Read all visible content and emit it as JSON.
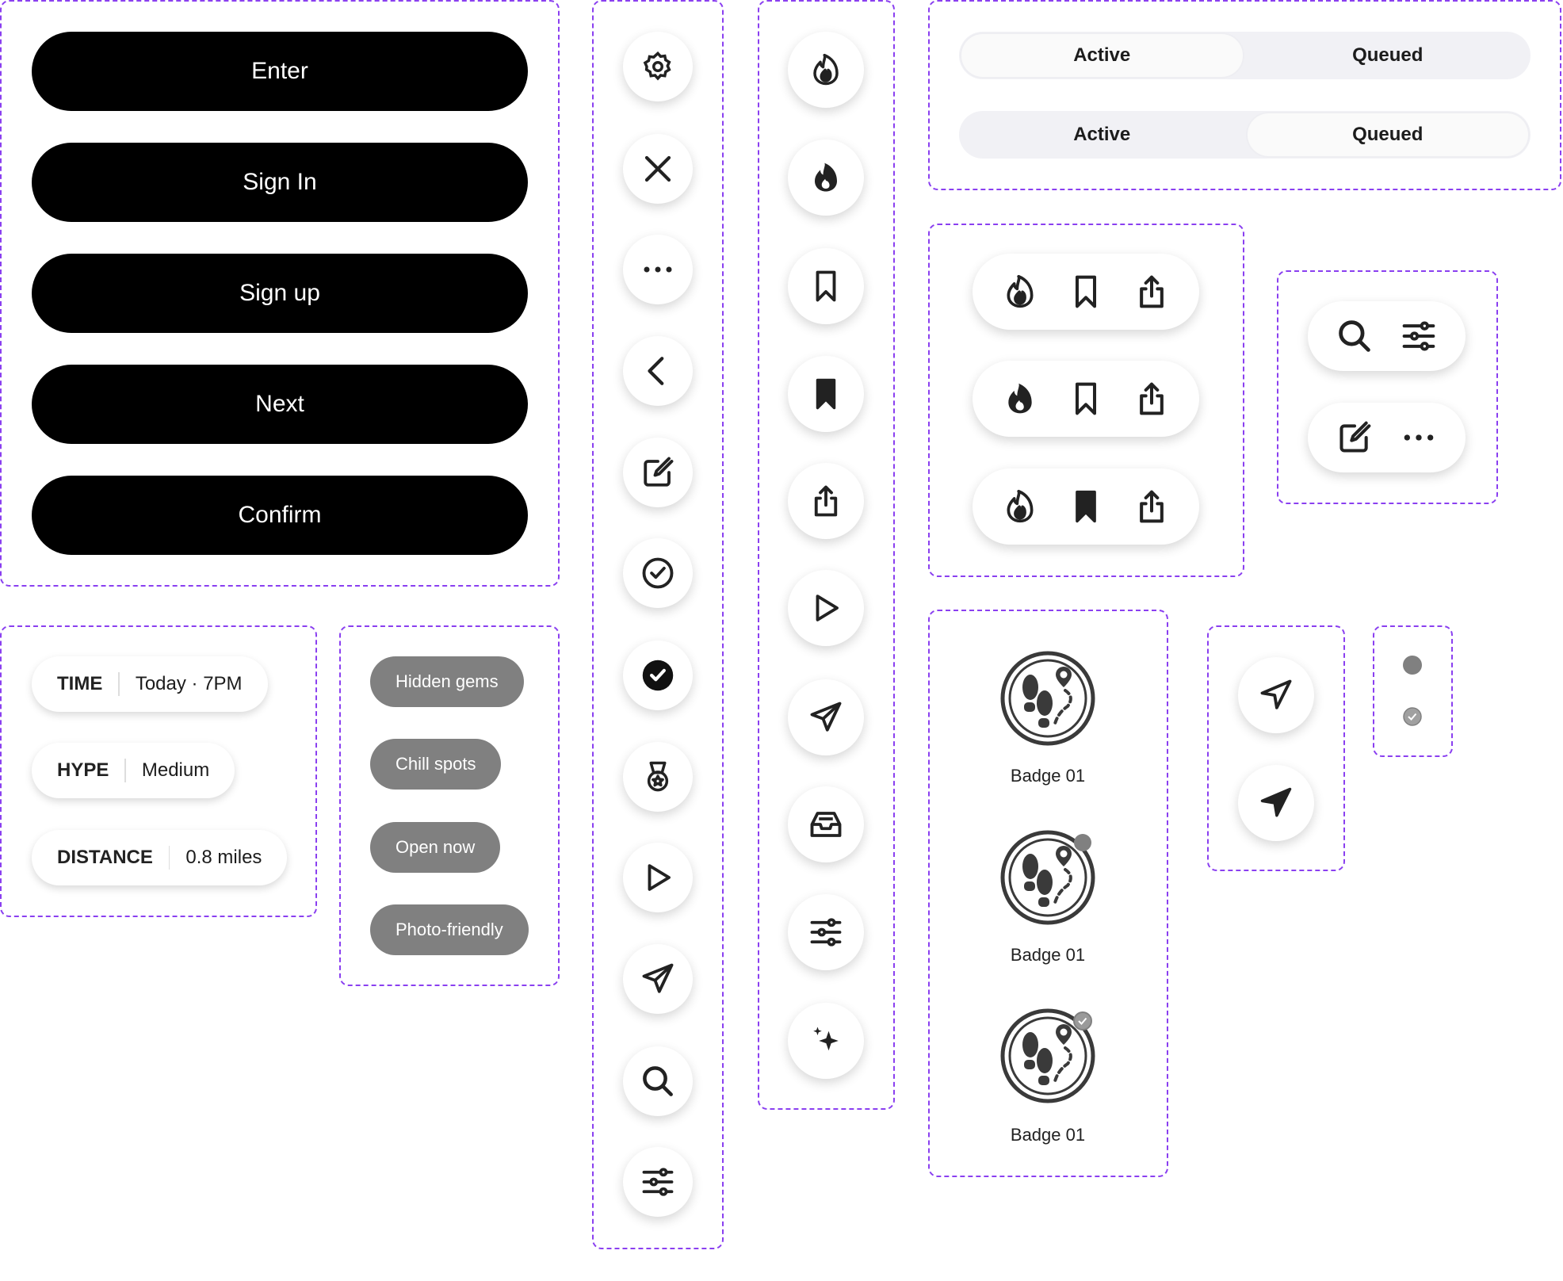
{
  "buttons": [
    "Enter",
    "Sign In",
    "Sign up",
    "Next",
    "Confirm"
  ],
  "info_chips": [
    {
      "key": "TIME",
      "value": "Today · 7PM"
    },
    {
      "key": "HYPE",
      "value": "Medium"
    },
    {
      "key": "DISTANCE",
      "value": "0.8 miles"
    }
  ],
  "tags": [
    "Hidden gems",
    "Chill spots",
    "Open now",
    "Photo-friendly"
  ],
  "icon_column_1": [
    "gear",
    "close",
    "more",
    "back",
    "edit",
    "check-circle",
    "check-circle-filled",
    "medal",
    "play",
    "send",
    "search",
    "sliders"
  ],
  "icon_column_2": [
    "flame",
    "flame-filled",
    "bookmark",
    "bookmark-filled",
    "share",
    "play",
    "send",
    "inbox",
    "sliders",
    "sparkle"
  ],
  "segmented": [
    {
      "options": [
        "Active",
        "Queued"
      ],
      "selected": "Active"
    },
    {
      "options": [
        "Active",
        "Queued"
      ],
      "selected": "Queued"
    }
  ],
  "badges": [
    {
      "label": "Badge 01",
      "indicator": "none"
    },
    {
      "label": "Badge 01",
      "indicator": "dot"
    },
    {
      "label": "Badge 01",
      "indicator": "check"
    }
  ],
  "colors": {
    "accent_dashed": "#8a3ff0",
    "button": "#000000",
    "tag": "#808080",
    "icon": "#222222"
  }
}
